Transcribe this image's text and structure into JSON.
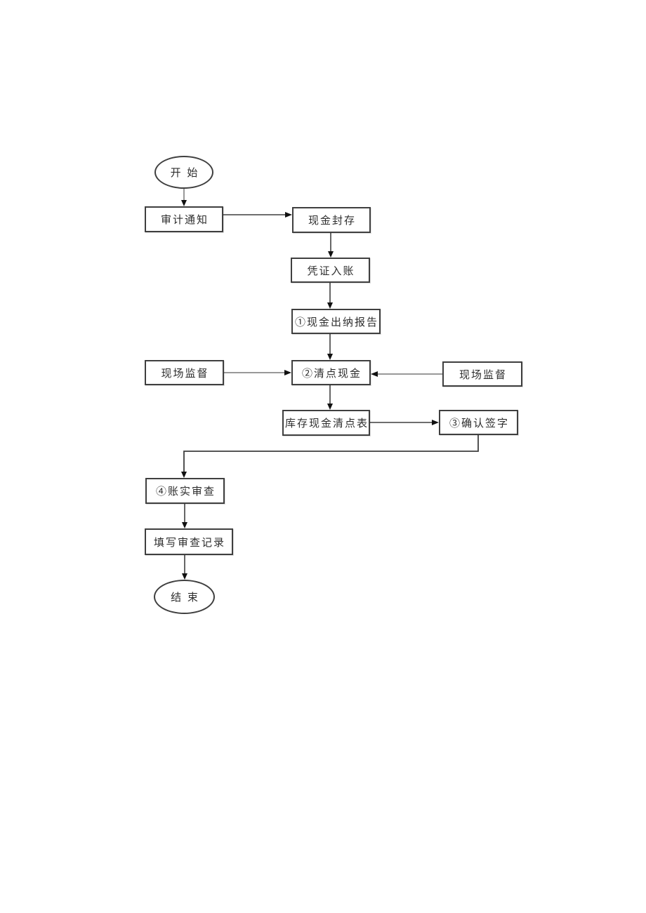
{
  "diagram": {
    "nodes": [
      {
        "id": "start",
        "shape": "ellipse",
        "label": "开 始"
      },
      {
        "id": "audit-notice",
        "shape": "rect",
        "label": "审计通知"
      },
      {
        "id": "cash-sealing",
        "shape": "rect",
        "label": "现金封存"
      },
      {
        "id": "voucher-posting",
        "shape": "rect",
        "label": "凭证入账"
      },
      {
        "id": "cash-cashier-report",
        "shape": "rect",
        "label": "①现金出纳报告"
      },
      {
        "id": "count-cash",
        "shape": "rect",
        "label": "②清点现金"
      },
      {
        "id": "onsite-supervision-left",
        "shape": "rect",
        "label": "现场监督"
      },
      {
        "id": "onsite-supervision-right",
        "shape": "rect",
        "label": "现场监督"
      },
      {
        "id": "cash-inventory-count-sheet",
        "shape": "rect",
        "label": "库存现金清点表"
      },
      {
        "id": "confirm-signature",
        "shape": "rect",
        "label": "③确认签字"
      },
      {
        "id": "account-fact-review",
        "shape": "rect",
        "label": "④账实审查"
      },
      {
        "id": "fill-review-record",
        "shape": "rect",
        "label": "填写审查记录"
      },
      {
        "id": "end",
        "shape": "ellipse",
        "label": "结 束"
      }
    ],
    "edges": [
      {
        "from": "start",
        "to": "audit-notice",
        "style": "gray"
      },
      {
        "from": "audit-notice",
        "to": "cash-sealing",
        "style": "black"
      },
      {
        "from": "cash-sealing",
        "to": "voucher-posting",
        "style": "black"
      },
      {
        "from": "voucher-posting",
        "to": "cash-cashier-report",
        "style": "black"
      },
      {
        "from": "cash-cashier-report",
        "to": "count-cash",
        "style": "black"
      },
      {
        "from": "onsite-supervision-left",
        "to": "count-cash",
        "style": "gray"
      },
      {
        "from": "onsite-supervision-right",
        "to": "count-cash",
        "style": "gray"
      },
      {
        "from": "count-cash",
        "to": "cash-inventory-count-sheet",
        "style": "black"
      },
      {
        "from": "cash-inventory-count-sheet",
        "to": "confirm-signature",
        "style": "black"
      },
      {
        "from": "confirm-signature",
        "to": "account-fact-review",
        "style": "black"
      },
      {
        "from": "account-fact-review",
        "to": "fill-review-record",
        "style": "black"
      },
      {
        "from": "fill-review-record",
        "to": "end",
        "style": "black"
      }
    ],
    "colors": {
      "line": "#3f3f3f",
      "gray_line": "#999999",
      "arrowhead": "#111111",
      "box_border": "#3f3f3f",
      "text": "#2e2e2e",
      "page_background": "#ffffff"
    }
  }
}
